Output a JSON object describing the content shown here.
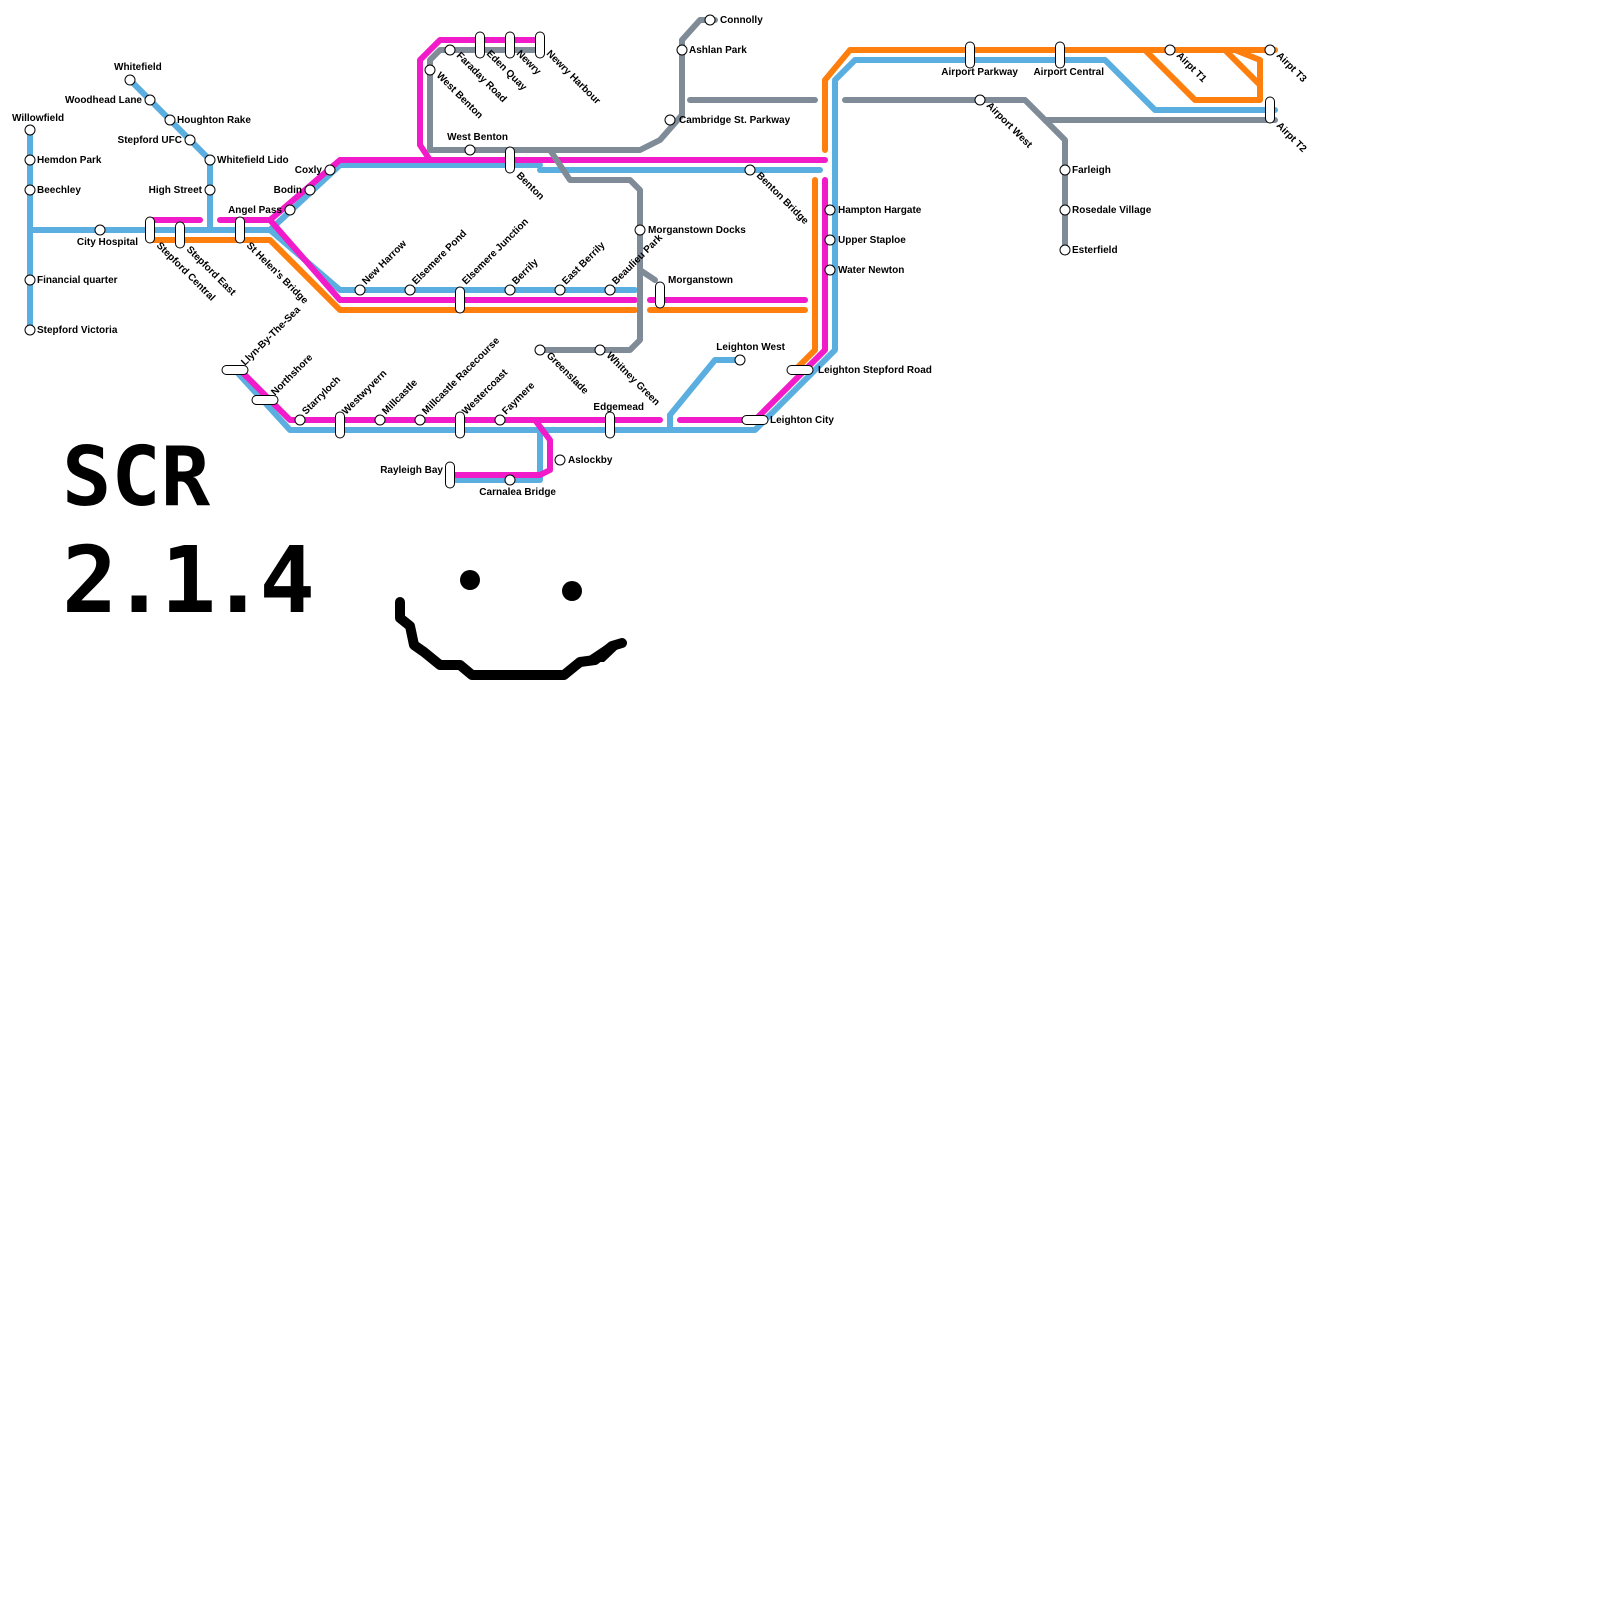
{
  "title": "SCR",
  "version": "2.1.4",
  "colors": {
    "blue": "#5aaee0",
    "magenta": "#f21bc9",
    "orange": "#ff7f0e",
    "grey": "#7f8b97"
  },
  "stations": [
    {
      "id": "willowfield",
      "name": "Willowfield"
    },
    {
      "id": "hemdon-park",
      "name": "Hemdon Park"
    },
    {
      "id": "beechley",
      "name": "Beechley"
    },
    {
      "id": "financial-quarter",
      "name": "Financial quarter"
    },
    {
      "id": "stepford-victoria",
      "name": "Stepford Victoria"
    },
    {
      "id": "city-hospital",
      "name": "City Hospital"
    },
    {
      "id": "whitefield",
      "name": "Whitefield"
    },
    {
      "id": "woodhead-lane",
      "name": "Woodhead Lane"
    },
    {
      "id": "houghton-rake",
      "name": "Houghton Rake"
    },
    {
      "id": "stepford-ufc",
      "name": "Stepford UFC"
    },
    {
      "id": "whitefield-lido",
      "name": "Whitefield Lido"
    },
    {
      "id": "high-street",
      "name": "High Street"
    },
    {
      "id": "stepford-central",
      "name": "Stepford Central"
    },
    {
      "id": "stepford-east",
      "name": "Stepford East"
    },
    {
      "id": "st-helens-bridge",
      "name": "St Helen's Bridge"
    },
    {
      "id": "angel-pass",
      "name": "Angel Pass"
    },
    {
      "id": "bodin",
      "name": "Bodin"
    },
    {
      "id": "coxly",
      "name": "Coxly"
    },
    {
      "id": "west-benton",
      "name": "West Benton"
    },
    {
      "id": "faraday-road",
      "name": "Faraday Road"
    },
    {
      "id": "eden-quay",
      "name": "Eden Quay"
    },
    {
      "id": "newry",
      "name": "Newry"
    },
    {
      "id": "newry-harbour",
      "name": "Newry Harbour"
    },
    {
      "id": "west-benton-2",
      "name": "West Benton"
    },
    {
      "id": "benton",
      "name": "Benton"
    },
    {
      "id": "connolly",
      "name": "Connolly"
    },
    {
      "id": "ashlan-park",
      "name": "Ashlan Park"
    },
    {
      "id": "cambridge-st-parkway",
      "name": "Cambridge St. Parkway"
    },
    {
      "id": "benton-bridge",
      "name": "Benton Bridge"
    },
    {
      "id": "morganstown-docks",
      "name": "Morganstown Docks"
    },
    {
      "id": "beaulieu-park",
      "name": "Beaulieu Park"
    },
    {
      "id": "morganstown",
      "name": "Morganstown"
    },
    {
      "id": "new-harrow",
      "name": "New Harrow"
    },
    {
      "id": "elsemere-pond",
      "name": "Elsemere Pond"
    },
    {
      "id": "elsemere-junction",
      "name": "Elsemere Junction"
    },
    {
      "id": "berrily",
      "name": "Berrily"
    },
    {
      "id": "east-berrily",
      "name": "East Berrily"
    },
    {
      "id": "hampton-hargate",
      "name": "Hampton Hargate"
    },
    {
      "id": "upper-staploe",
      "name": "Upper Staploe"
    },
    {
      "id": "water-newton",
      "name": "Water Newton"
    },
    {
      "id": "leighton-stepford-road",
      "name": "Leighton Stepford Road"
    },
    {
      "id": "leighton-west",
      "name": "Leighton West"
    },
    {
      "id": "leighton-city",
      "name": "Leighton City"
    },
    {
      "id": "greenslade",
      "name": "Greenslade"
    },
    {
      "id": "whitney-green",
      "name": "Whitney Green"
    },
    {
      "id": "edgemead",
      "name": "Edgemead"
    },
    {
      "id": "llyn-by-the-sea",
      "name": "Llyn-By-The-Sea"
    },
    {
      "id": "northshore",
      "name": "Northshore"
    },
    {
      "id": "starryloch",
      "name": "Starryloch"
    },
    {
      "id": "westwyvern",
      "name": "Westwyvern"
    },
    {
      "id": "millcastle",
      "name": "Millcastle"
    },
    {
      "id": "millcastle-racecourse",
      "name": "Millcastle Racecourse"
    },
    {
      "id": "westercoast",
      "name": "Westercoast"
    },
    {
      "id": "faymere",
      "name": "Faymere"
    },
    {
      "id": "aslockby",
      "name": "Aslockby"
    },
    {
      "id": "rayleigh-bay",
      "name": "Rayleigh Bay"
    },
    {
      "id": "carnalea-bridge",
      "name": "Carnalea Bridge"
    },
    {
      "id": "airport-parkway",
      "name": "Airport Parkway"
    },
    {
      "id": "airport-central",
      "name": "Airport Central"
    },
    {
      "id": "airport-west",
      "name": "Airport West"
    },
    {
      "id": "airpt-t1",
      "name": "Airpt T1"
    },
    {
      "id": "airpt-t3",
      "name": "Airpt T3"
    },
    {
      "id": "airpt-t2",
      "name": "Airpt T2"
    },
    {
      "id": "farleigh",
      "name": "Farleigh"
    },
    {
      "id": "rosedale-village",
      "name": "Rosedale Village"
    },
    {
      "id": "esterfield",
      "name": "Esterfield"
    }
  ]
}
